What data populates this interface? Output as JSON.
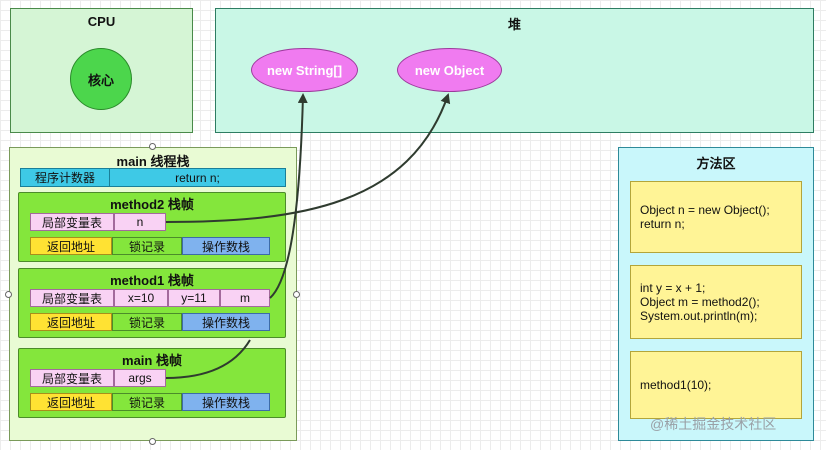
{
  "cpu": {
    "title": "CPU",
    "core_label": "核心"
  },
  "heap": {
    "title": "堆",
    "objects": [
      "new String[]",
      "new Object"
    ]
  },
  "thread": {
    "title": "main 线程栈",
    "pc": {
      "label": "程序计数器",
      "value": "return n;"
    },
    "frames": [
      {
        "title": "method2 栈帧",
        "locals_label": "局部变量表",
        "locals": [
          "n"
        ]
      },
      {
        "title": "method1 栈帧",
        "locals_label": "局部变量表",
        "locals": [
          "x=10",
          "y=11",
          "m"
        ]
      },
      {
        "title": "main 栈帧",
        "locals_label": "局部变量表",
        "locals": [
          "args"
        ]
      }
    ],
    "return_label": "返回地址",
    "lock_label": "锁记录",
    "operand_label": "操作数栈"
  },
  "method_area": {
    "title": "方法区",
    "code_blocks": [
      "Object n = new Object();\nreturn n;",
      "int y = x + 1;\nObject m = method2();\nSystem.out.println(m);",
      "method1(10);"
    ]
  },
  "watermark": "@稀土掘金技术社区",
  "colors": {
    "cpu_bg": "#d5f5d5",
    "core": "#4cd64c",
    "heap_bg": "#c9f7e6",
    "heap_object": "#f07bf0",
    "stack_bg": "#e9fbd4",
    "program_counter": "#3ec9e6",
    "frame": "#84e63c",
    "local_var": "#f9d2f4",
    "return_addr": "#ffe233",
    "operand_stack": "#7fb2ee",
    "method_area_bg": "#c9f7fb",
    "code_block": "#fff496"
  }
}
